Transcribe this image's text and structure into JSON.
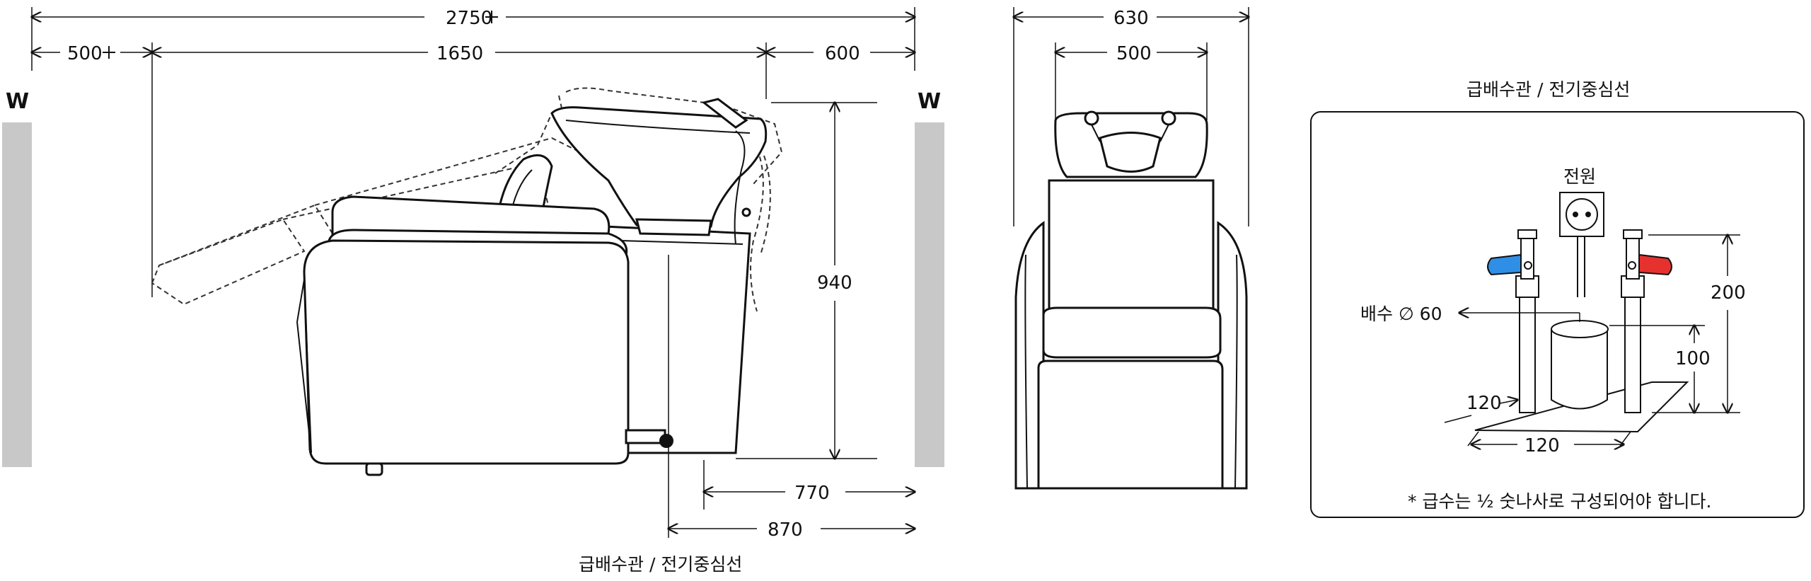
{
  "side_view": {
    "dim_total": "2750",
    "dim_clearance": "500",
    "dim_length": "1650",
    "dim_front": "600",
    "wall_left": "W",
    "wall_right": "W",
    "dim_height": "940",
    "dim_770": "770",
    "dim_870": "870",
    "bottom_label": "급배수관 / 전기중심선"
  },
  "front_view": {
    "dim_outer": "630",
    "dim_inner": "500"
  },
  "utility_detail": {
    "title": "급배수관 / 전기중심선",
    "power_label": "전원",
    "drain_label": "배수 ∅ 60",
    "dim_200": "200",
    "dim_100": "100",
    "dim_120_a": "120",
    "dim_120_b": "120",
    "note": "* 급수는 ½ 숫나사로 구성되어야 합니다.",
    "colors": {
      "cold": "#2f8fe6",
      "hot": "#e6312f"
    }
  }
}
